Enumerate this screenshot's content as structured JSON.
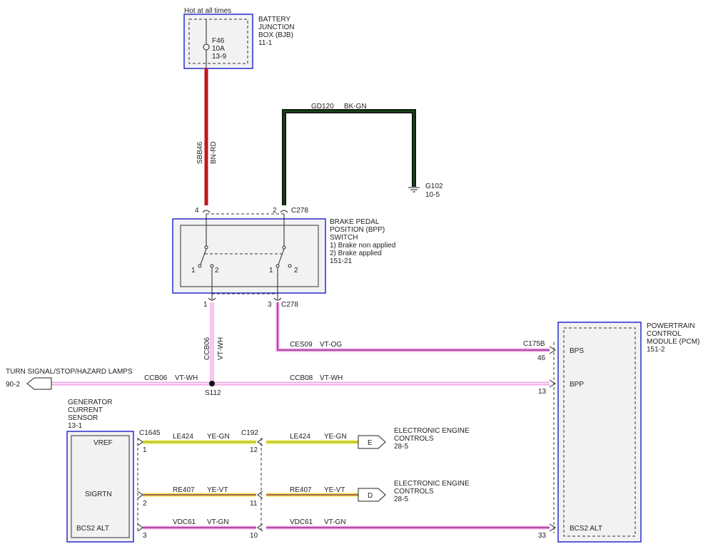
{
  "colors": {
    "red": "#c0181c",
    "black": "#111111",
    "green_dark": "#174a17",
    "violet": "#7a1f7a",
    "pink": "#f2a6e8",
    "white": "#ffffff",
    "yellow": "#f0df3c",
    "yellow_green": "#7ec23a",
    "component_fill": "#f2f2f2",
    "component_border": "#2a2ad0"
  },
  "bjb": {
    "hot_label": "Hot at all times",
    "name_lines": [
      "BATTERY",
      "JUNCTION",
      "BOX (BJB)",
      "11-1"
    ],
    "fuse_lines": [
      "F46",
      "10A",
      "13-9"
    ]
  },
  "wires": {
    "sbb46": {
      "circuit": "SBB46",
      "color": "BN-RD"
    },
    "gd120": {
      "circuit": "GD120",
      "color": "BK-GN"
    },
    "ccb06_vertical": {
      "circuit": "CCB06",
      "color": "VT-WH"
    },
    "ces09": {
      "circuit": "CES09",
      "color": "VT-OG"
    },
    "ccb06_left": {
      "circuit": "CCB06",
      "color": "VT-WH"
    },
    "ccb08": {
      "circuit": "CCB08",
      "color": "VT-WH"
    },
    "le424_a": {
      "circuit": "LE424",
      "color": "YE-GN"
    },
    "le424_b": {
      "circuit": "LE424",
      "color": "YE-GN"
    },
    "re407_a": {
      "circuit": "RE407",
      "color": "YE-VT"
    },
    "re407_b": {
      "circuit": "RE407",
      "color": "YE-VT"
    },
    "vdc61_a": {
      "circuit": "VDC61",
      "color": "VT-GN"
    },
    "vdc61_b": {
      "circuit": "VDC61",
      "color": "VT-GN"
    }
  },
  "ground": {
    "name": "G102",
    "ref": "10-5"
  },
  "bpp_switch": {
    "name_lines": [
      "BRAKE PEDAL",
      "POSITION (BPP)",
      "SWITCH",
      "1) Brake non applied",
      "2) Brake applied",
      "151-21"
    ],
    "connector_top": "C278",
    "connector_bottom": "C278",
    "pin_top_left": "4",
    "pin_top_right": "2",
    "pin_bottom_left": "1",
    "pin_bottom_right": "3",
    "pos_left_1": "1",
    "pos_left_2": "2",
    "pos_right_1": "1",
    "pos_right_2": "2"
  },
  "pcm": {
    "name_lines": [
      "POWERTRAIN",
      "CONTROL",
      "MODULE (PCM)",
      "151-2"
    ],
    "connector": "C175B",
    "pins": [
      {
        "pin": "46",
        "label": "BPS"
      },
      {
        "pin": "13",
        "label": "BPP"
      },
      {
        "pin": "33",
        "label": "BCS2 ALT"
      }
    ]
  },
  "turn_signal": {
    "label": "TURN SIGNAL/STOP/HAZARD LAMPS",
    "ref": "90-2"
  },
  "splice": {
    "name": "S112"
  },
  "gcs": {
    "name_lines": [
      "GENERATOR",
      "CURRENT",
      "SENSOR",
      "13-1"
    ],
    "connector": "C1645",
    "pins": [
      {
        "pin": "1",
        "label": "VREF"
      },
      {
        "pin": "2",
        "label": "SIGRTN"
      },
      {
        "pin": "3",
        "label": "BCS2 ALT"
      }
    ]
  },
  "c192": {
    "name": "C192",
    "pins": [
      "12",
      "11",
      "10"
    ]
  },
  "eec": [
    {
      "tag": "E",
      "lines": [
        "ELECTRONIC ENGINE",
        "CONTROLS",
        "28-5"
      ]
    },
    {
      "tag": "D",
      "lines": [
        "ELECTRONIC ENGINE",
        "CONTROLS",
        "28-5"
      ]
    }
  ]
}
